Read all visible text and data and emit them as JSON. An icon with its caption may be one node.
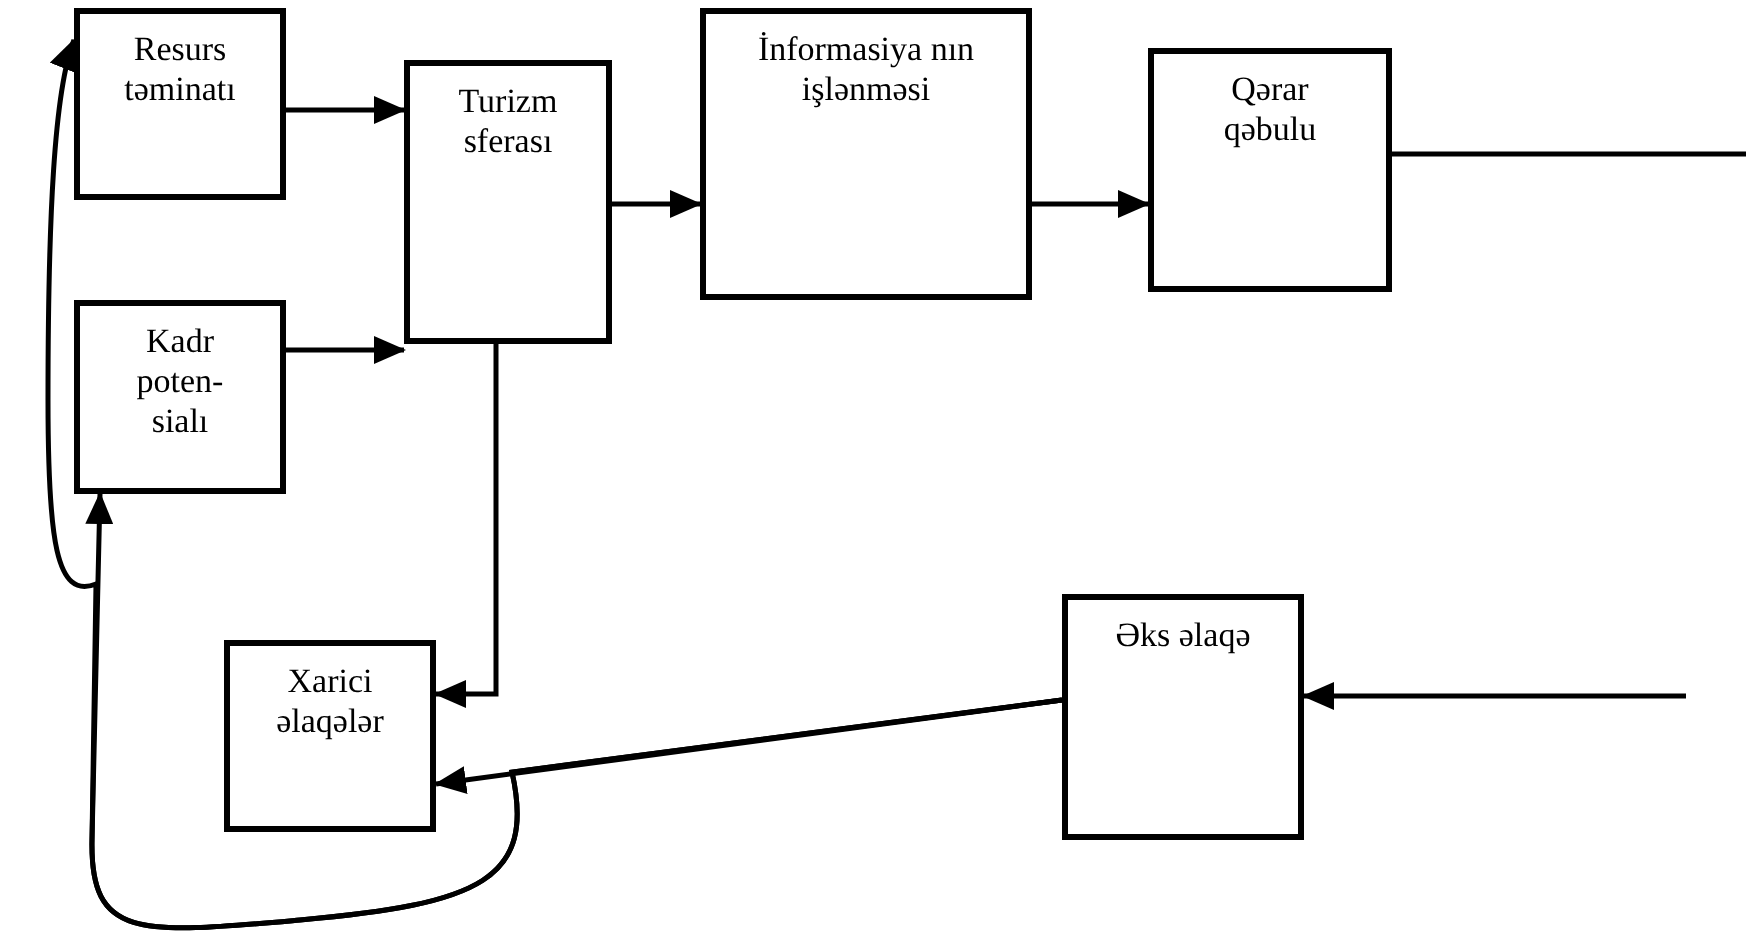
{
  "diagram": {
    "nodes": [
      {
        "text": [
          "Resurs təminatı"
        ]
      },
      {
        "text": [
          "Kadr poten- sialı"
        ]
      },
      {
        "text": [
          "Turizm sferası"
        ]
      },
      {
        "text": [
          "İnformasiya nın işlənməsi"
        ]
      },
      {
        "text": [
          "Qərar qəbulu"
        ]
      },
      {
        "text": [
          "Xarici əlaqələr"
        ]
      },
      {
        "text": [
          "Əks əlaqə"
        ]
      }
    ],
    "edges": [
      {
        "from": 0,
        "to": 2,
        "arrow": "to"
      },
      {
        "from": 1,
        "to": 2,
        "arrow": "to"
      },
      {
        "from": 2,
        "to": 3,
        "arrow": "to"
      },
      {
        "from": 3,
        "to": 4,
        "arrow": "to"
      },
      {
        "from": 4,
        "to": null,
        "arrow": "none"
      },
      {
        "from": null,
        "to": 6,
        "arrow": "to"
      },
      {
        "from": 6,
        "to": 5,
        "arrow": "to"
      },
      {
        "from": 2,
        "to": 5,
        "arrow": "to"
      },
      {
        "from": 6,
        "to": 1,
        "arrow": "to"
      },
      {
        "from": 6,
        "to": 0,
        "arrow": "to"
      }
    ]
  }
}
